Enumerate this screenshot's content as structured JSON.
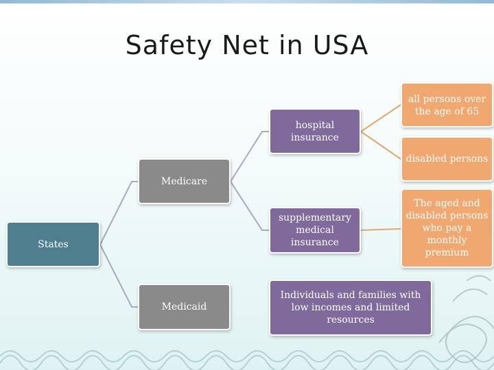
{
  "title": "Safety Net in USA",
  "colors": {
    "teal": "#4f7f8e",
    "gray": "#8a8a8a",
    "purple": "#80699b",
    "orange": "#f0a870",
    "connector_gray": "#a9a9c4",
    "connector_orange": "#e0a870"
  },
  "nodes": {
    "states": "States",
    "medicare": "Medicare",
    "medicaid": "Medicaid",
    "hospital_insurance": "hospital insurance",
    "supplementary_insurance": "supplementary medical insurance",
    "aged_over_65": "all persons over the age of 65",
    "disabled_persons": "disabled persons",
    "aged_disabled_premium": "The aged and disabled persons who pay a monthly premium",
    "low_income": "Individuals and families with low incomes and limited resources"
  }
}
